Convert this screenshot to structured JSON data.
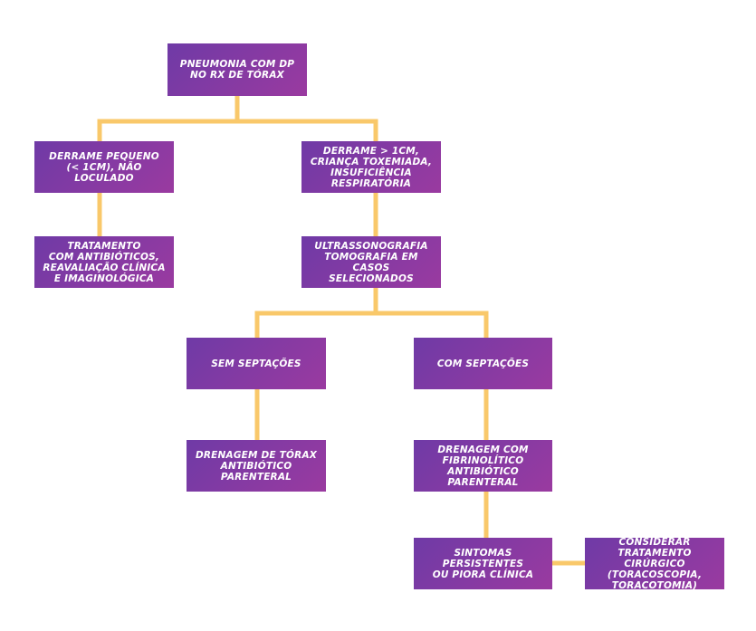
{
  "colors": {
    "node_start": "#6f3aa6",
    "node_end": "#9a3aa0",
    "connector": "#f9c86a",
    "text": "#ffffff"
  },
  "nodes": {
    "root": "PNEUMONIA COM DP\nNO RX DE TÓRAX",
    "small_effusion": "DERRAME PEQUENO\n(< 1CM), NÃO LOCULADO",
    "large_effusion": "DERRAME > 1CM,\nCRIANÇA TOXEMIADA,\nINSUFICIÊNCIA\nRESPIRATÓRIA",
    "antibiotic_treatment": "TRATAMENTO\nCOM ANTIBIÓTICOS,\nREAVALIAÇÃO CLÍNICA\nE IMAGINOLÓGICA",
    "imaging": "ULTRASSONOGRAFIA\nTOMOGRAFIA EM CASOS\nSELECIONADOS",
    "no_septations": "SEM SEPTAÇÕES",
    "with_septations": "COM SEPTAÇÕES",
    "chest_drainage": "DRENAGEM DE TÓRAX\nANTIBIÓTICO\nPARENTERAL",
    "fibrinolytic_drainage": "DRENAGEM COM\nFIBRINOLÍTICO\nANTIBIÓTICO\nPARENTERAL",
    "persistent_symptoms": "SINTOMAS\nPERSISTENTES\nOU PIORA CLÍNICA",
    "surgical_treatment": "CONSIDERAR\nTRATAMENTO CIRÚRGICO\n(TORACOSCOPIA,\nTORACOTOMIA)"
  }
}
